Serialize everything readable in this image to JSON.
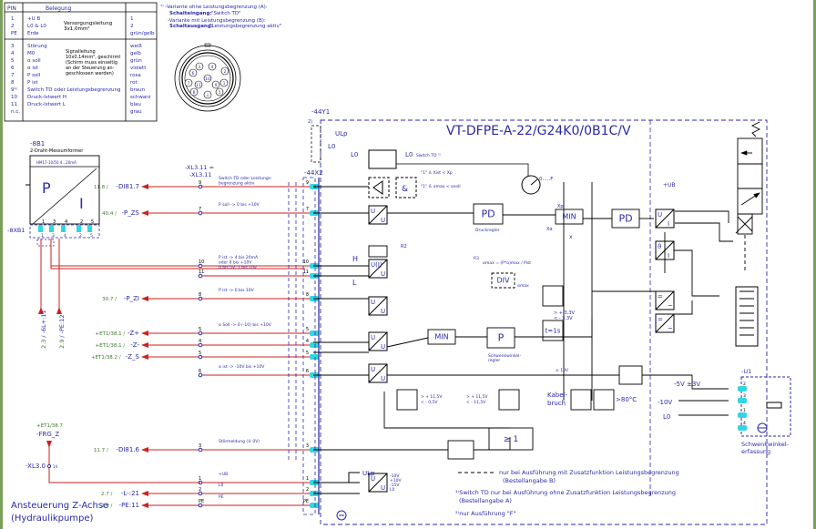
{
  "colors": {
    "wire": "#000000",
    "signal": "#cc2222",
    "text_blue": "#2a2aa8",
    "text_green": "#3a7a2a",
    "terminal": "#33d6e0",
    "frame_green": "#7aa05a"
  },
  "pin_table": {
    "headers": [
      "PIN",
      "Belegung",
      ""
    ],
    "group1": {
      "rows": [
        {
          "pin": "1",
          "name": "+U B",
          "color": "1"
        },
        {
          "pin": "2",
          "name": "L0 & L0",
          "color": "2"
        },
        {
          "pin": "PE",
          "name": "Erde",
          "color": "grün/gelb"
        }
      ],
      "desc": [
        "Versorgungsleitung",
        "3x1,0mm²"
      ]
    },
    "group2": {
      "rows": [
        {
          "pin": "3",
          "name": "Störung",
          "color": "weiß"
        },
        {
          "pin": "4",
          "name": "M0",
          "color": "gelb"
        },
        {
          "pin": "5",
          "name": "α soll",
          "color": "grün"
        },
        {
          "pin": "6",
          "name": "α ist",
          "color": "violett"
        },
        {
          "pin": "7",
          "name": "P soll",
          "color": "rosa"
        },
        {
          "pin": "8",
          "name": "P ist",
          "color": "rot"
        },
        {
          "pin": "9¹⁾",
          "name": "Switch TD oder Leistungsbegrenzung",
          "color": "braun"
        },
        {
          "pin": "10",
          "name": "Druck-Istwert H",
          "color": "schwarz"
        },
        {
          "pin": "11",
          "name": "Druck-Istwert L",
          "color": "blau"
        },
        {
          "pin": "n.c.",
          "name": "",
          "color": "grau"
        }
      ],
      "desc": [
        "Signalleitung",
        "10x0,14mm², geschirmt",
        "(Schirm muss einseitig",
        "an der Steuerung an-",
        "geschlossen werden)"
      ]
    }
  },
  "footnote_top": {
    "line1": "¹⁾ -Variante ohne Leistungsbegrenzung (A):",
    "line2_key": "Schalteingang:",
    "line2_val": "\"Switch TD\"",
    "line3": "-Variante mit Leistungsbegrenzung (B):",
    "line4_key": "Schaltausgang:",
    "line4_val": "\"Leistungsbegrenzung aktiv\""
  },
  "connector_pins": [
    "3",
    "4",
    "2",
    "6",
    "10",
    "1",
    "7",
    "11",
    "9",
    "8",
    "5",
    "⏚"
  ],
  "transducer": {
    "tag": "-8B1",
    "desc": "2-Draht-Messumformer",
    "model": "HM17-10/50 4...20mA",
    "left_symbol": "P",
    "right_symbol": "I",
    "pins": [
      "1",
      "3",
      "4",
      "2",
      "5"
    ],
    "terminal_strip": "-8XB1",
    "strip_pins": [
      "1",
      "3",
      "4",
      "2",
      "5"
    ],
    "wire_labels": [
      {
        "ref": "2.3",
        "name": "-6L+:11"
      },
      {
        "ref": "2.9",
        "name": "-PE:12"
      }
    ]
  },
  "signals": [
    {
      "ref": "11.8",
      "name": "-DI81.7",
      "pin": "9",
      "desc": "Switch TD oder Leistungs-\nbegrenzung aktiv"
    },
    {
      "ref": "40.4",
      "name": "-P_ZS",
      "pin": "7",
      "desc": "P soll -> 0 bis +10V"
    },
    {
      "ref": "",
      "name": "",
      "pin": "10",
      "desc": "P ist -> 4 bis 20mA\noder 0 bis +10V\n0 bis 5V, 1 bis 10V"
    },
    {
      "ref": "",
      "name": "",
      "pin": "11",
      "desc": ""
    },
    {
      "ref": "30.7",
      "name": "-P_ZI",
      "pin": "8",
      "desc": "P ist -> 0 bis 10V"
    },
    {
      "ref": "+ET1/38.1",
      "name": "-Z+",
      "pin": "5",
      "desc": "α Soll -> 0 (-10) bis +10V"
    },
    {
      "ref": "+ET1/38.1",
      "name": "-Z-",
      "pin": "4",
      "desc": ""
    },
    {
      "ref": "+ET1/38.2",
      "name": "-Z_S",
      "pin": "5",
      "desc": ""
    },
    {
      "ref": "",
      "name": "",
      "pin": "6",
      "desc": "α ist -> -10V bis +10V"
    },
    {
      "ref": "11.7",
      "name": "-DI81.6",
      "pin": "3",
      "desc": "Störmeldung (≙ 0V)"
    },
    {
      "ref": "",
      "name": "",
      "pin": "1",
      "desc": "+UB"
    },
    {
      "ref": "2.7",
      "name": "-L-:21",
      "pin": "2",
      "desc": "L0"
    },
    {
      "ref": "2.9",
      "name": "-PE:11",
      "pin": "PE",
      "desc": "PE"
    }
  ],
  "xl_header": {
    "line1": "-XL3.11 =",
    "line2": "-XL3.11"
  },
  "frg": {
    "ref": "+ET1/38.7",
    "name": "-FRG_Z",
    "terminal": "-XL3.0",
    "terminal_pin": "14"
  },
  "section_title": {
    "line1": "Ansteuerung Z-Achse",
    "line2": "(Hydraulikpumpe)"
  },
  "module": {
    "title": "VT-DFPE-A-22/G24K0/0B1C/V",
    "tag_y1": "-44Y1",
    "tag_x2": "-44X2",
    "footnote2_mark": "2)",
    "ulp": "ULp",
    "l0": "L0",
    "switch_td": "Switch TD ¹⁾",
    "cond1": "\"1\" ≙ Xist < Xp",
    "cond2": "\"1\" ≙ αmax < αsoll",
    "and": "&",
    "timer": "0.....F",
    "pd1": "PD",
    "pd1_caption": "Druckregler",
    "min1": "MIN",
    "xp": "Xp",
    "xalpha": "Xα",
    "x": "x",
    "pd2": "PD",
    "ub": "+UB",
    "r2": "R2",
    "r3": "R3",
    "h": "H",
    "l": "L",
    "formula": "αmax = (P*α)max / Pist",
    "p_alpha_max": "(P*α) max",
    "div": "DIV",
    "alpha_max": "αmax",
    "min2": "MIN",
    "p": "P",
    "p_caption": "Schwenkwinkel-\nregler",
    "thr_33": "> + 3,3V\n< - 3,3V",
    "t1s": "t=1s",
    "plus10": "± 10V",
    "minus5": "-5V ±3V",
    "minus10": "-10V",
    "l0_right": "L0",
    "thr_a": "> + 11,5V\n< - 0,5V",
    "thr_b": "> + 11,5V\n< - 11,5V",
    "kabelbruch": "Kabel-\nbruch",
    "temp": ">80°C",
    "or": "≥ 1",
    "psu_outputs": [
      "-10V",
      "+10V",
      "-15V",
      "L0"
    ],
    "u": "U",
    "i": "I",
    "ui": "U(I)",
    "theta": "ϑ"
  },
  "sensor": {
    "tag": "-U1",
    "pins": [
      "2",
      "3",
      "1",
      "4"
    ],
    "caption": "Schwenkwinkel-\nerfassung"
  },
  "legend": {
    "dashed": "nur bei Ausführung mit Zusatzfunktion Leistungsbegrenzung\n(Bestellangabe B)",
    "note1": "¹⁾Switch TD nur bei Ausführung ohne Zusatzfunktion Leistungsbegrenzung\n(Bestellangabe A)",
    "note2": "²⁾nur Ausführung \"F\""
  }
}
